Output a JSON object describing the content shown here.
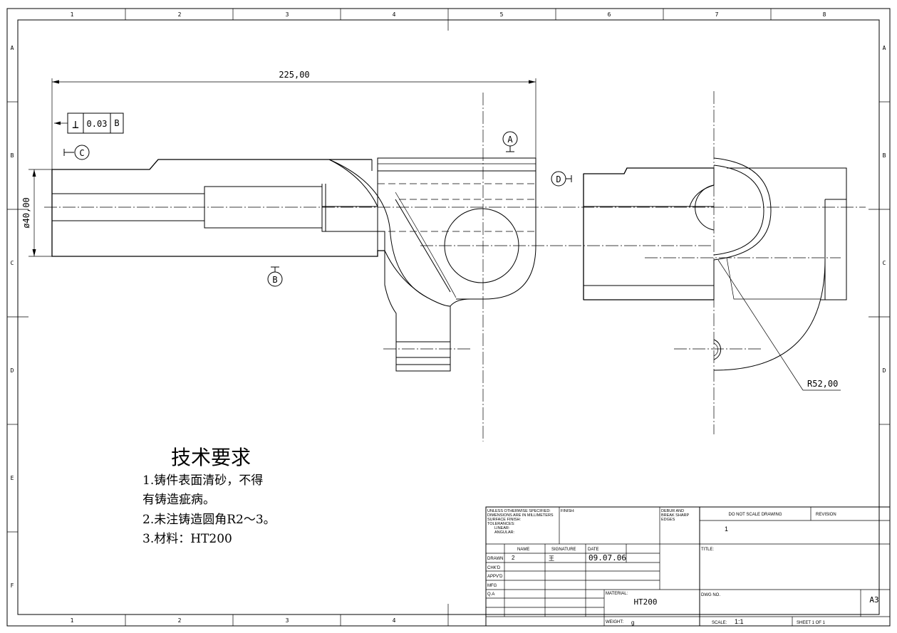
{
  "border": {
    "column_numbers_top": [
      "1",
      "2",
      "3",
      "4",
      "5",
      "6",
      "7",
      "8"
    ],
    "column_numbers_bottom": [
      "1",
      "2",
      "3",
      "4"
    ],
    "row_letters": [
      "A",
      "B",
      "C",
      "D",
      "E",
      "F"
    ]
  },
  "dimensions": {
    "overall_length": "225,00",
    "diameter": "ø40,00",
    "radius": "R52,00"
  },
  "tolerance_frame": {
    "symbol": "⊥",
    "value": "0.03",
    "datum": "B"
  },
  "datums": {
    "a": "A",
    "b": "B",
    "c": "C",
    "d": "D"
  },
  "technical_requirements": {
    "title": "技术要求",
    "lines": [
      "1.铸件表面清砂，不得",
      "有铸造疵病。",
      "2.未注铸造圆角R2～3。",
      "3.材料：HT200"
    ]
  },
  "title_block": {
    "unless_lines": [
      "UNLESS OTHERWISE SPECIFIED:",
      "DIMENSIONS ARE IN MILLIMETERS",
      "SURFACE FINISH:",
      "TOLERANCES:",
      "LINEAR:",
      "ANGULAR:"
    ],
    "finish_label": "FINISH:",
    "deburr_lines": [
      "DEBUR AND",
      "BREAK SHARP",
      "EDGES"
    ],
    "do_not_scale": "DO NOT SCALE DRAWING",
    "revision_label": "REVISION",
    "revision_value": "1",
    "col_name": "NAME",
    "col_signature": "SIGNATURE",
    "col_date": "DATE",
    "rows": [
      "DRAWN",
      "CHK'D",
      "APPV'D",
      "MFG",
      "Q.A"
    ],
    "drawn_name": "2",
    "drawn_signature": "王",
    "drawn_date": "09.07.06",
    "title_label": "TITLE:",
    "material_label": "MATERIAL:",
    "material_value": "HT200",
    "dwg_no_label": "DWG NO.",
    "sheet_size": "A3",
    "weight_label": "WEIGHT:",
    "weight_value": "g",
    "scale_label": "SCALE:",
    "scale_value": "1:1",
    "sheet_label": "SHEET 1 OF 1"
  }
}
